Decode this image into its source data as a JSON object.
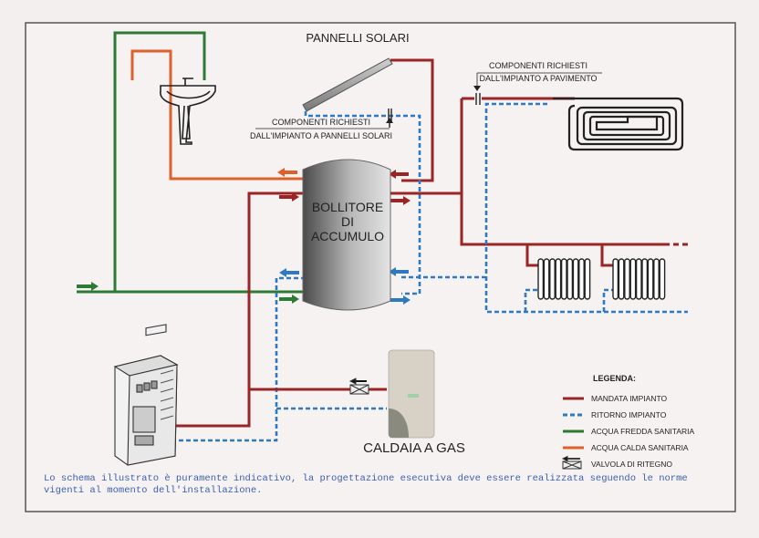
{
  "colors": {
    "mandata": "#9b2424",
    "ritorno": "#2d7ac0",
    "fredda": "#2c7a34",
    "calda": "#e0602c",
    "frame": "#555555",
    "note_text": "#3a5fb0"
  },
  "labels": {
    "solar_panels": "PANNELLI SOLARI",
    "solar_required_1": "COMPONENTI RICHIESTI",
    "solar_required_2": "DALL'IMPIANTO A PANNELLI SOLARI",
    "floor_required_1": "COMPONENTI RICHIESTI",
    "floor_required_2": "DALL'IMPIANTO A PAVIMENTO",
    "tank_line1": "BOLLITORE",
    "tank_line2": "DI",
    "tank_line3": "ACCUMULO",
    "boiler": "CALDAIA A GAS"
  },
  "legend": {
    "title": "LEGENDA:",
    "items": [
      {
        "label": "MANDATA IMPIANTO",
        "style": "solid",
        "color_key": "mandata"
      },
      {
        "label": "RITORNO IMPIANTO",
        "style": "dashed",
        "color_key": "ritorno"
      },
      {
        "label": "ACQUA FREDDA SANITARIA",
        "style": "solid",
        "color_key": "fredda"
      },
      {
        "label": "ACQUA CALDA SANITARIA",
        "style": "solid",
        "color_key": "calda"
      },
      {
        "label": "VALVOLA DI RITEGNO",
        "style": "valve",
        "color_key": "mandata"
      }
    ]
  },
  "icons": [
    "sink-icon",
    "solar-panel-icon",
    "storage-tank-icon",
    "floor-heating-coil-icon",
    "radiator-icon",
    "pellet-stove-icon",
    "gas-boiler-icon",
    "check-valve-icon"
  ],
  "note": "Lo schema illustrato è puramente indicativo, la progettazione esecutiva deve essere realizzata seguendo le norme\nvigenti al momento dell'installazione."
}
